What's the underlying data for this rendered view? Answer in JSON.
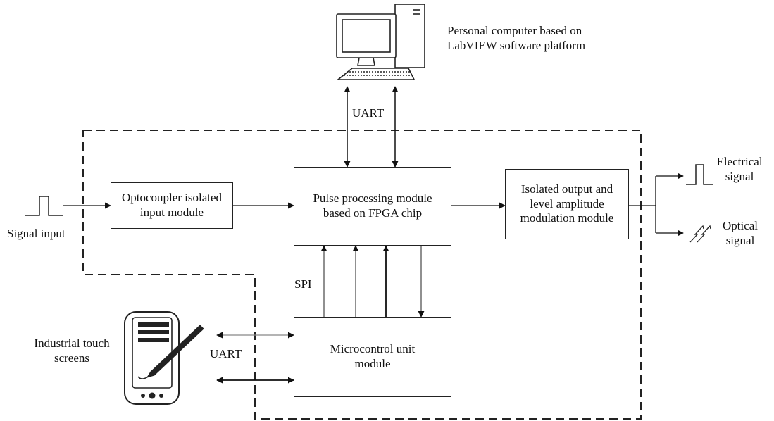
{
  "pc": {
    "label_line1": "Personal computer based on",
    "label_line2": "LabVIEW software platform"
  },
  "uart_top": "UART",
  "uart_bottom": "UART",
  "spi": "SPI",
  "signal_input": "Signal input",
  "touch": {
    "line1": "Industrial touch",
    "line2": "screens"
  },
  "modules": {
    "optocoupler": {
      "line1": "Optocoupler isolated",
      "line2": "input module"
    },
    "fpga": {
      "line1": "Pulse processing module",
      "line2": "based on FPGA chip"
    },
    "isolated": {
      "line1": "Isolated output and",
      "line2": "level amplitude",
      "line3": "modulation module"
    },
    "mcu": {
      "line1": "Microcontrol unit",
      "line2": "module"
    }
  },
  "outputs": {
    "electrical": {
      "line1": "Electrical",
      "line2": "signal"
    },
    "optical": {
      "line1": "Optical",
      "line2": "signal"
    }
  }
}
